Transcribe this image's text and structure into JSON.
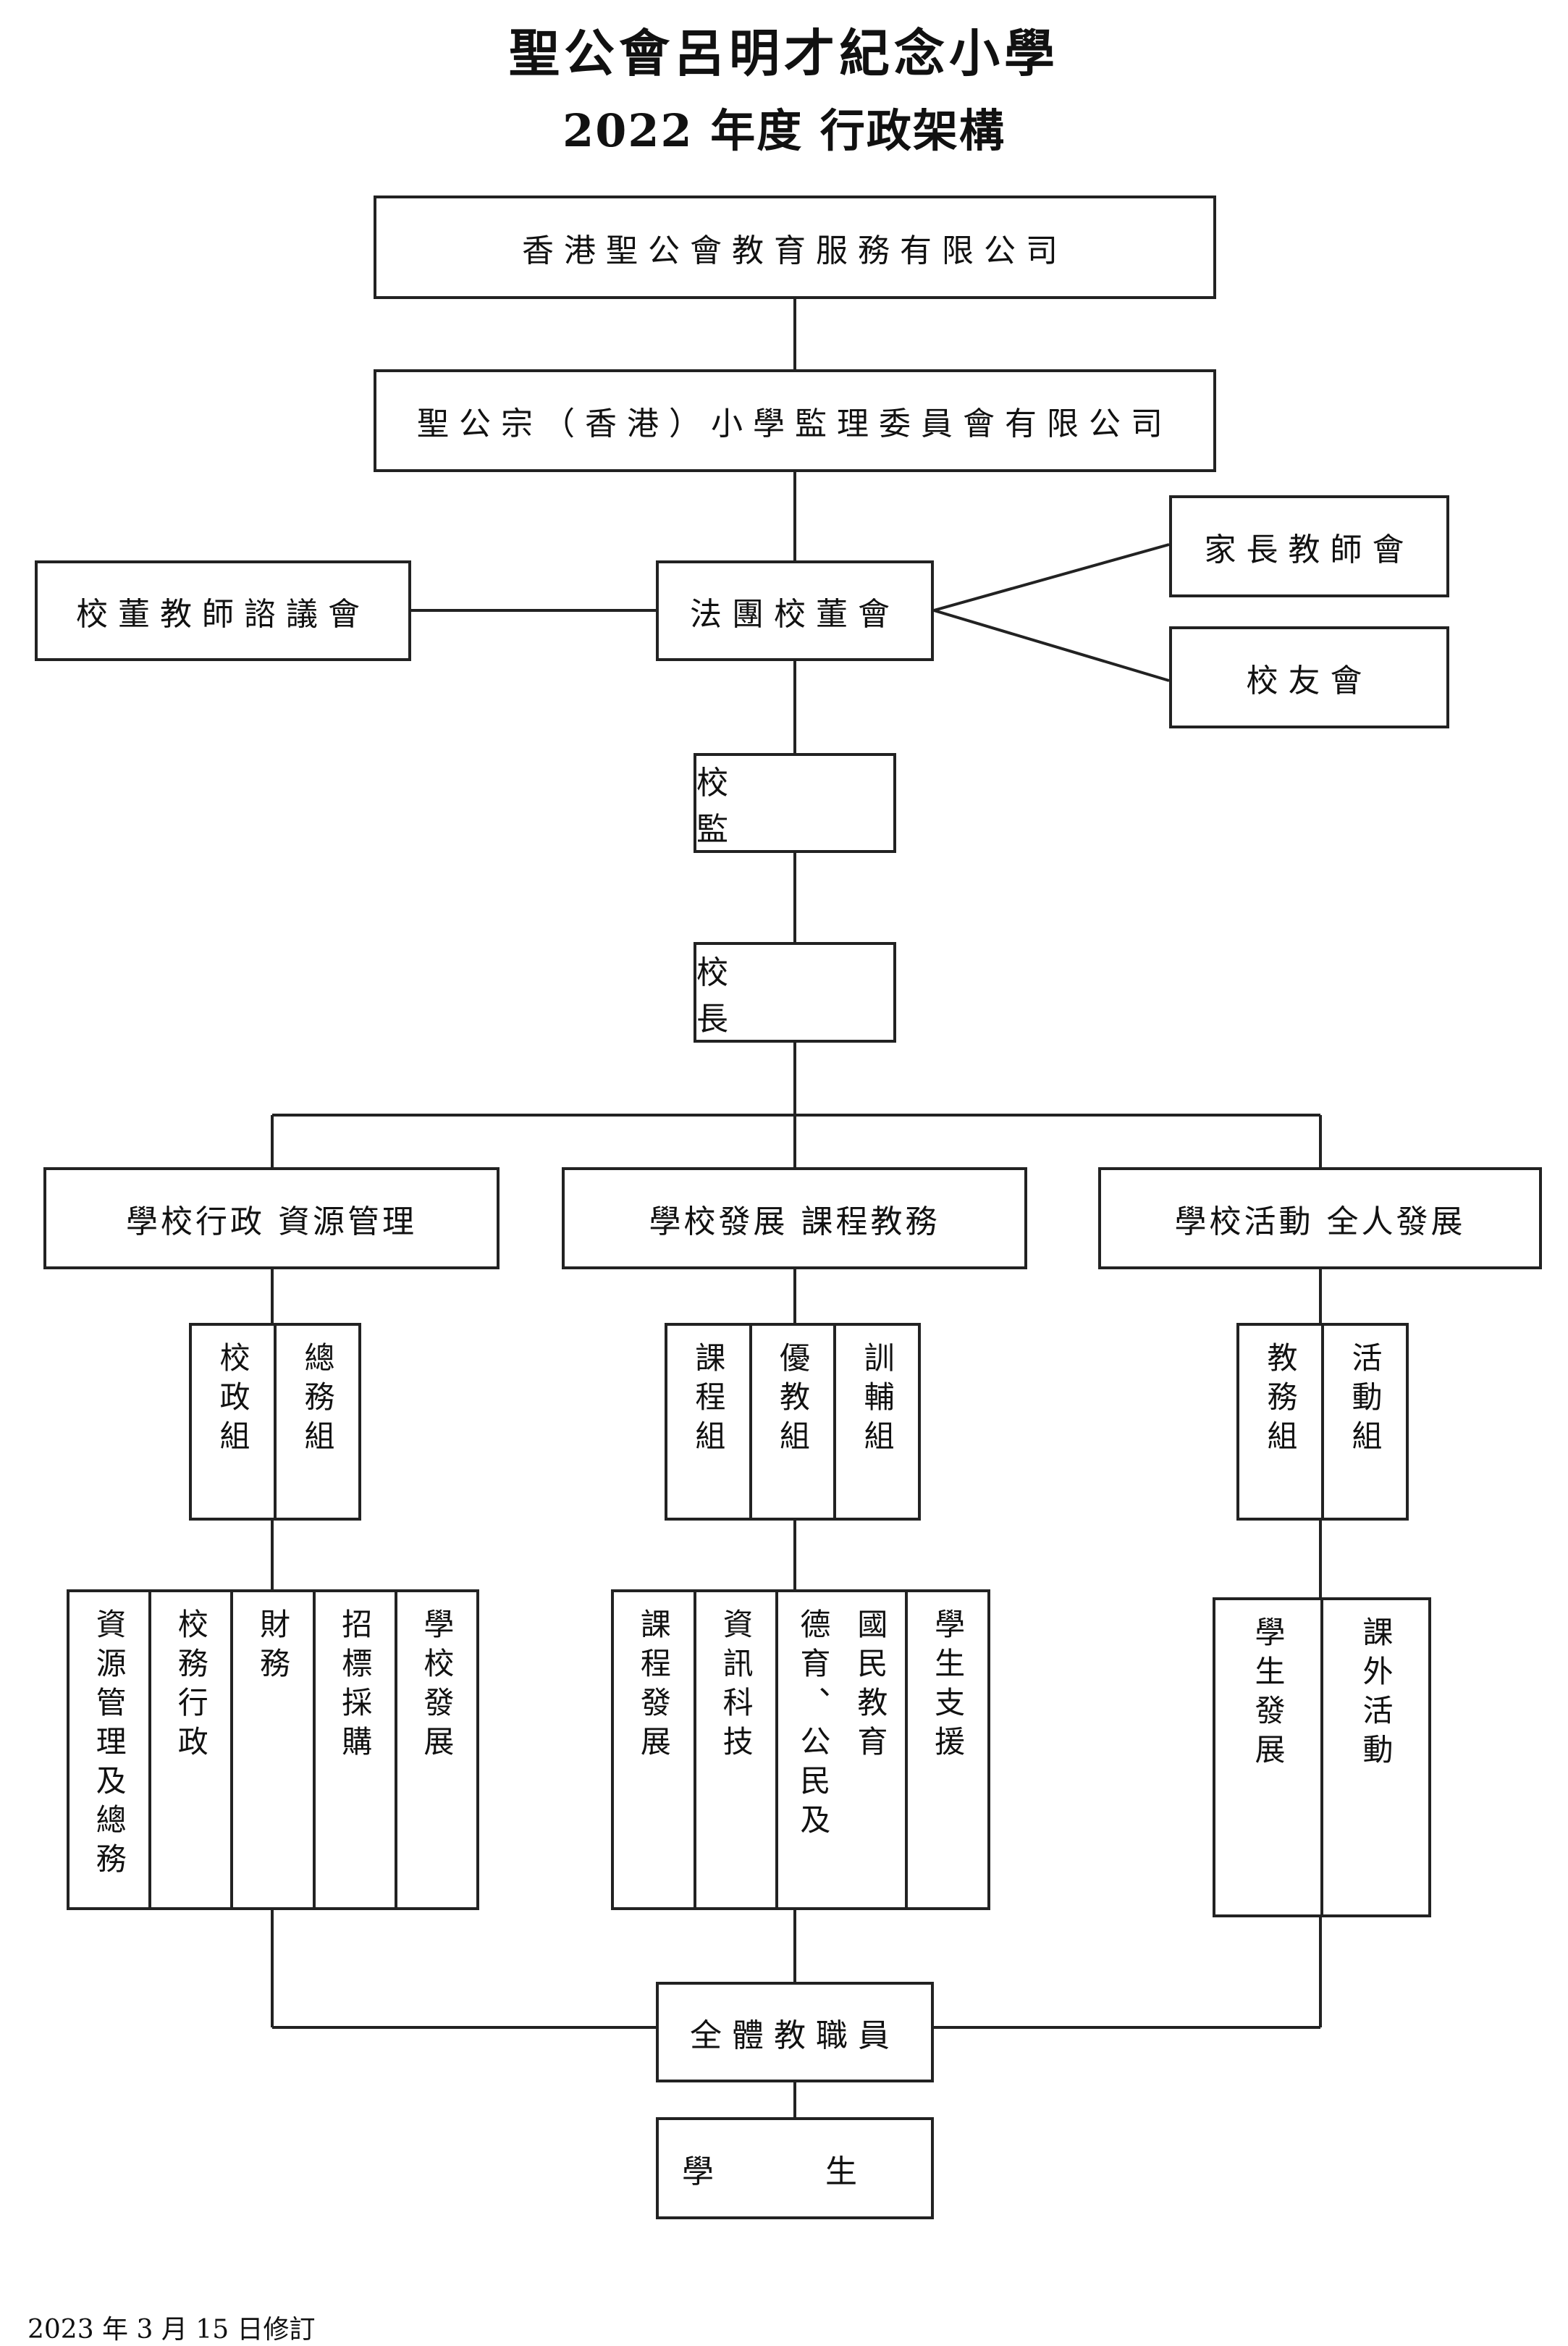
{
  "header": {
    "school_name": "聖公會呂明才紀念小學",
    "subtitle": "2022 年度 行政架構"
  },
  "org": {
    "sponsor": "香港聖公會教育服務有限公司",
    "supervisory_committee": "聖公宗（香港）小學監理委員會有限公司",
    "advisory_council": "校董教師諮議會",
    "incorporated_body": "法團校董會",
    "pta": "家長教師會",
    "alumni": "校友會",
    "supervisor": "校 監",
    "principal": "校 長",
    "divisions": [
      {
        "title": "學校行政 資源管理",
        "groups": [
          "校政組",
          "總務組"
        ],
        "units": [
          "資源管理及總務",
          "校務行政",
          "財務",
          "招標採購",
          "學校發展"
        ]
      },
      {
        "title": "學校發展 課程教務",
        "groups": [
          "課程組",
          "優教組",
          "訓輔組"
        ],
        "units": [
          "課程發展",
          "資訊科技",
          "國民教育",
          "德育、公民及",
          "學生支援"
        ]
      },
      {
        "title": "學校活動 全人發展",
        "groups": [
          "教務組",
          "活動組"
        ],
        "units": [
          "學生發展",
          "課外活動"
        ]
      }
    ],
    "all_staff": "全體教職員",
    "students": "學 生"
  },
  "footer": {
    "revision_note": "2023 年 3 月 15 日修訂"
  }
}
